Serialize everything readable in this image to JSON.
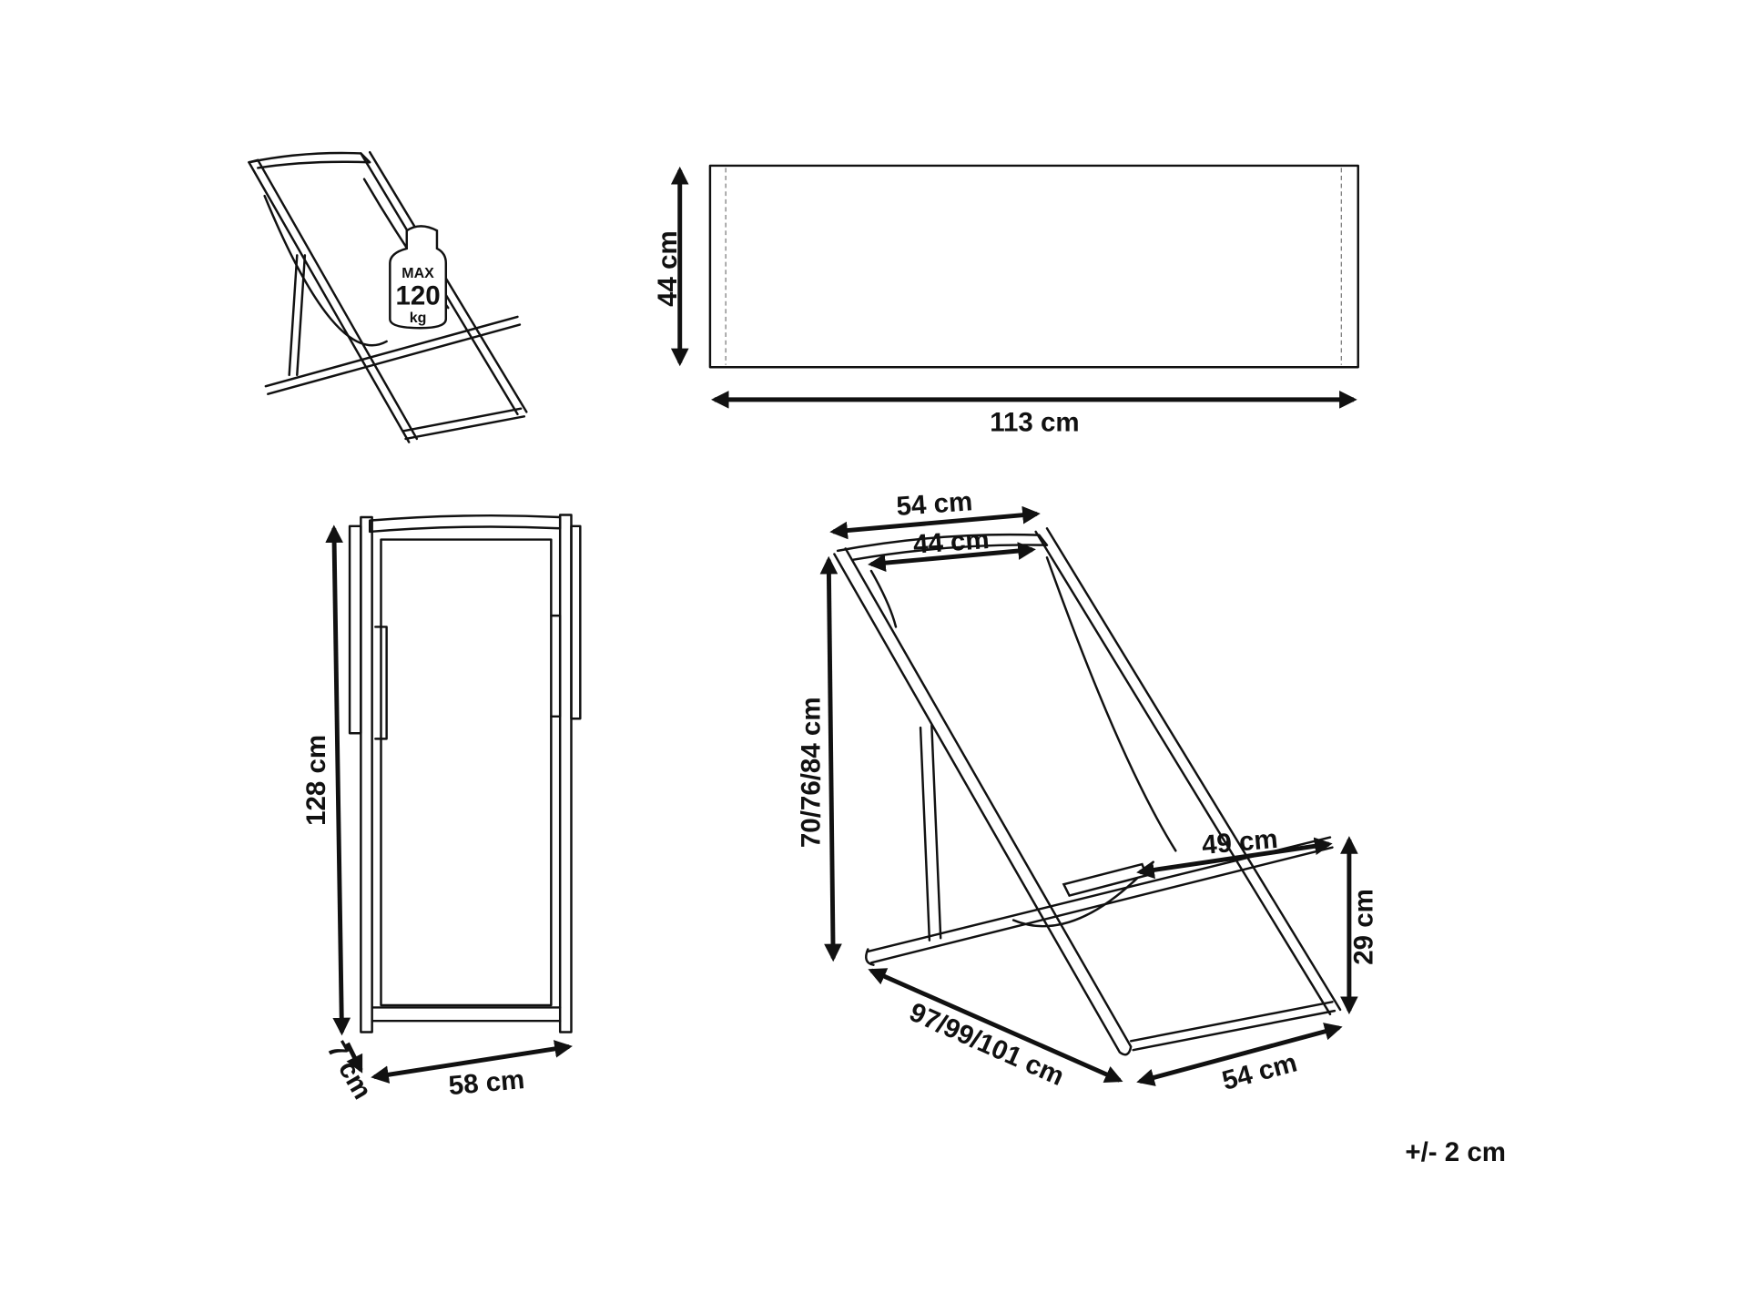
{
  "capacity": {
    "max_label": "MAX",
    "value": "120",
    "unit": "kg"
  },
  "fabric": {
    "height_label": "44 cm",
    "width_label": "113 cm"
  },
  "folded": {
    "height_label": "128 cm",
    "width_label": "58 cm",
    "depth_label": "7 cm"
  },
  "open_chair": {
    "outer_top_width_label": "54 cm",
    "inner_top_width_label": "44 cm",
    "height_label": "70/76/84 cm",
    "armrest_label": "49 cm",
    "seat_height_label": "29 cm",
    "depth_label": "97/99/101 cm",
    "bottom_width_label": "54 cm"
  },
  "tolerance": "+/- 2 cm"
}
